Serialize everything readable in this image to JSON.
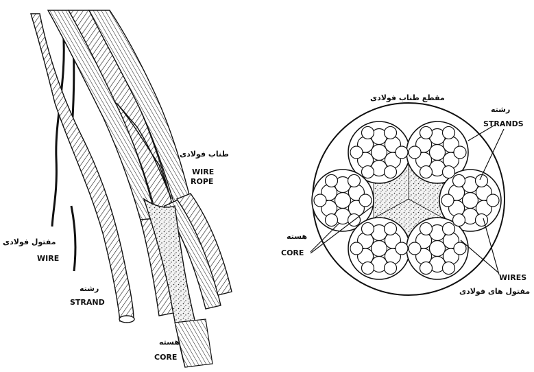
{
  "left_figure": {
    "wire_rope_fa": "طناب فولادی",
    "wire_rope_en_1": "WIRE",
    "wire_rope_en_2": "ROPE",
    "wire_fa": "مفتول فولادی",
    "wire_en": "WIRE",
    "strand_fa": "رشته",
    "strand_en": "STRAND",
    "core_fa": "هسته",
    "core_en": "CORE"
  },
  "right_figure": {
    "title_fa": "مقطع طناب فولادی",
    "strands_fa": "رشته",
    "strands_en": "STRANDS",
    "core_fa": "هسته",
    "core_en": "CORE",
    "wires_en": "WIRES",
    "wires_fa": "مفتول های فولادی"
  },
  "colors": {
    "ink": "#111111",
    "background": "#ffffff",
    "core_fill": "#e9e9e9"
  }
}
